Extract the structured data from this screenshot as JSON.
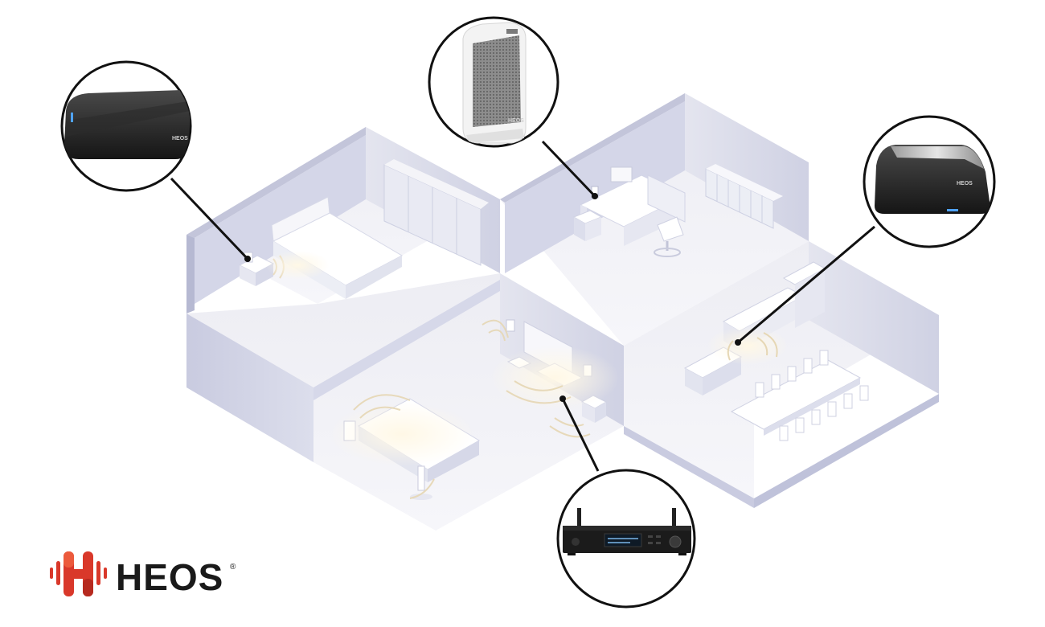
{
  "brand": {
    "wordmark": "HEOS",
    "registered_mark": "®",
    "icon": "heos-h-logo-icon",
    "accent_color": "#d9382a"
  },
  "devices": [
    {
      "id": "bedroom-speaker",
      "icon": "wireless-speaker-icon",
      "device_badge": "HEOS"
    },
    {
      "id": "office-speaker",
      "icon": "tall-speaker-icon",
      "device_badge": "HEOS"
    },
    {
      "id": "kitchen-speaker",
      "icon": "large-speaker-icon",
      "device_badge": "HEOS"
    },
    {
      "id": "living-room-player",
      "icon": "network-player-icon",
      "device_badge": ""
    }
  ]
}
